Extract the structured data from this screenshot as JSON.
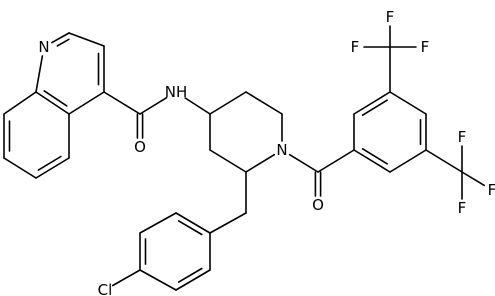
{
  "structure": {
    "atoms": {
      "N_quinoline": "N",
      "N_amide": "NH",
      "O_amide": "O",
      "N_piperidine": "N",
      "O_aroyl": "O",
      "Cl": "Cl",
      "F1": "F",
      "F2": "F",
      "F3": "F",
      "F4": "F",
      "F5": "F",
      "F6": "F"
    }
  }
}
